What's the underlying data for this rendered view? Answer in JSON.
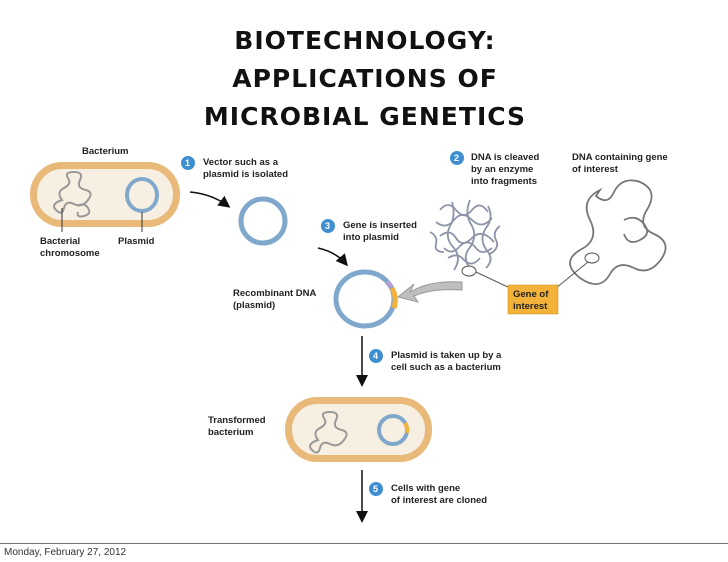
{
  "title": {
    "line1": "BIOTECHNOLOGY:",
    "line2": "APPLICATIONS OF",
    "line3": "MICROBIAL GENETICS"
  },
  "labels": {
    "bacterium": "Bacterium",
    "bacterial1": "Bacterial",
    "bacterial2": "chromosome",
    "plasmid": "Plasmid",
    "step1a": "Vector such as a",
    "step1b": "plasmid is isolated",
    "step2a": "DNA is cleaved",
    "step2b": "by an enzyme",
    "step2c": "into fragments",
    "dnagene1": "DNA containing gene",
    "dnagene2": "of interest",
    "step3a": "Gene is inserted",
    "step3b": "into plasmid",
    "recomb1": "Recombinant DNA",
    "recomb2": "(plasmid)",
    "gene1": "Gene of",
    "gene2": "interest",
    "step4a": "Plasmid is taken up by a",
    "step4b": "cell such as a bacterium",
    "transf1": "Transformed",
    "transf2": "bacterium",
    "step5a": "Cells with gene",
    "step5b": "of interest are cloned"
  },
  "step_numbers": [
    "1",
    "2",
    "3",
    "4",
    "5"
  ],
  "footer": "Monday, February 27, 2012",
  "colors": {
    "plasmid_blue": "#7fa8cc",
    "cell_wall": "#e8b978",
    "cell_inner": "#f6efe2",
    "step_badge": "#3d8fd0",
    "gene_box": "#f3b23a"
  }
}
